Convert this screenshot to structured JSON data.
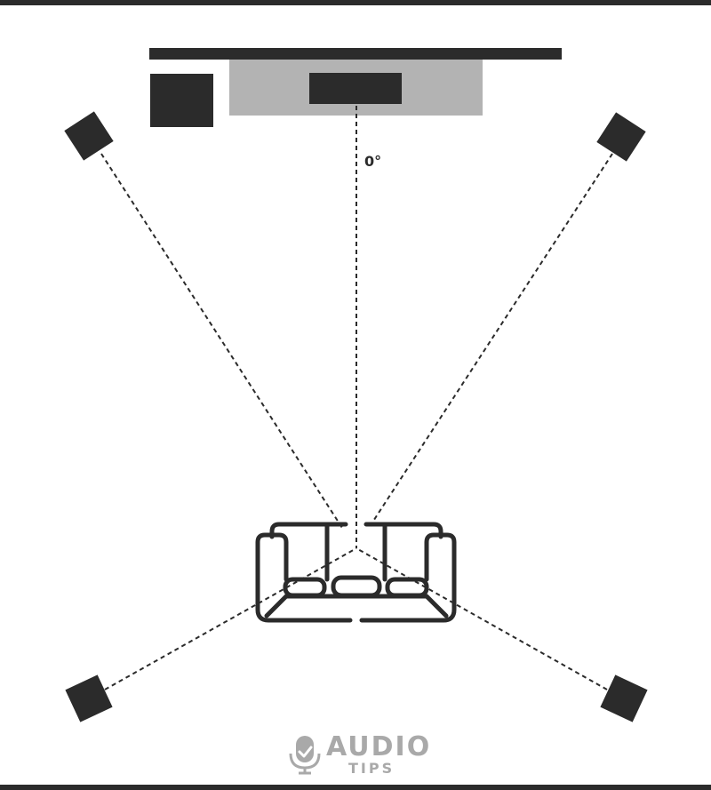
{
  "diagram": {
    "angle_label": "0°"
  },
  "logo": {
    "word1": "AUDIO",
    "word2": "TIPS"
  },
  "colors": {
    "dark": "#2b2b2b",
    "tv_stand": "#b3b3b3",
    "logo": "#a9a9a9",
    "background": "#ffffff"
  },
  "icons": [
    "front-left-speaker-icon",
    "front-right-speaker-icon",
    "rear-left-speaker-icon",
    "rear-right-speaker-icon",
    "subwoofer-icon",
    "sofa-icon",
    "microphone-icon"
  ]
}
